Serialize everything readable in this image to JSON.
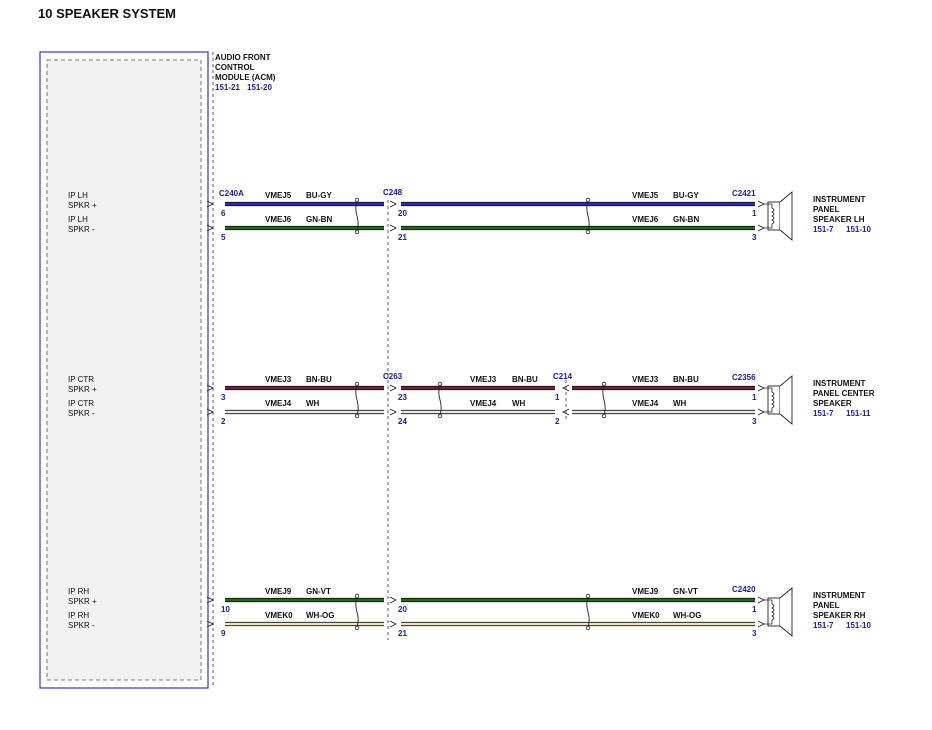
{
  "title": "10 SPEAKER SYSTEM",
  "module": {
    "name_lines": [
      "AUDIO FRONT",
      "CONTROL",
      "MODULE (ACM)"
    ],
    "refs": [
      "151-21",
      "151-20"
    ]
  },
  "colors": {
    "module_border": "#3535c8",
    "connector_label": "#1a1aa6",
    "wire_blue": "#2a2ad0",
    "wire_green": "#1e6b1e",
    "wire_maroon": "#7a1c3c",
    "wire_white": "#e8e8e8",
    "wire_white_orange": "#f0e2b8"
  },
  "circuits": [
    {
      "id": "lh",
      "pins_left": [
        {
          "label_lines": [
            "IP LH",
            "SPKR +"
          ],
          "pin": "6"
        },
        {
          "label_lines": [
            "IP LH",
            "SPKR -"
          ],
          "pin": "5"
        }
      ],
      "start_connector": "C240A",
      "mid_connectors": [
        {
          "name": "C248",
          "pins": [
            "20",
            "21"
          ]
        }
      ],
      "end_connector": "C2421",
      "end_pins": [
        "1",
        "3"
      ],
      "wires_left": [
        {
          "circuit": "VMEJ5",
          "color_code": "BU-GY",
          "color_key": "wire_blue"
        },
        {
          "circuit": "VMEJ6",
          "color_code": "GN-BN",
          "color_key": "wire_green"
        }
      ],
      "wires_right": [
        {
          "circuit": "VMEJ5",
          "color_code": "BU-GY"
        },
        {
          "circuit": "VMEJ6",
          "color_code": "GN-BN"
        }
      ],
      "speaker": {
        "name_lines": [
          "INSTRUMENT",
          "PANEL",
          "SPEAKER LH"
        ],
        "refs": [
          "151-7",
          "151-10"
        ]
      }
    },
    {
      "id": "ctr",
      "pins_left": [
        {
          "label_lines": [
            "IP CTR",
            "SPKR +"
          ],
          "pin": "3"
        },
        {
          "label_lines": [
            "IP CTR",
            "SPKR -"
          ],
          "pin": "2"
        }
      ],
      "start_connector": "",
      "mid_connectors": [
        {
          "name": "C263",
          "pins": [
            "23",
            "24"
          ]
        },
        {
          "name": "C214",
          "pins": [
            "1",
            "2"
          ]
        }
      ],
      "end_connector": "C2356",
      "end_pins": [
        "1",
        "3"
      ],
      "wires_left": [
        {
          "circuit": "VMEJ3",
          "color_code": "BN-BU",
          "color_key": "wire_maroon"
        },
        {
          "circuit": "VMEJ4",
          "color_code": "WH",
          "color_key": "wire_white"
        }
      ],
      "wires_mid": [
        {
          "circuit": "VMEJ3",
          "color_code": "BN-BU"
        },
        {
          "circuit": "VMEJ4",
          "color_code": "WH"
        }
      ],
      "wires_right": [
        {
          "circuit": "VMEJ3",
          "color_code": "BN-BU"
        },
        {
          "circuit": "VMEJ4",
          "color_code": "WH"
        }
      ],
      "speaker": {
        "name_lines": [
          "INSTRUMENT",
          "PANEL CENTER",
          "SPEAKER"
        ],
        "refs": [
          "151-7",
          "151-11"
        ]
      }
    },
    {
      "id": "rh",
      "pins_left": [
        {
          "label_lines": [
            "IP RH",
            "SPKR +"
          ],
          "pin": "10"
        },
        {
          "label_lines": [
            "IP RH",
            "SPKR -"
          ],
          "pin": "9"
        }
      ],
      "start_connector": "",
      "mid_connectors": [
        {
          "name": "",
          "pins": [
            "20",
            "21"
          ]
        }
      ],
      "end_connector": "C2420",
      "end_pins": [
        "1",
        "3"
      ],
      "wires_left": [
        {
          "circuit": "VMEJ9",
          "color_code": "GN-VT",
          "color_key": "wire_green"
        },
        {
          "circuit": "VMEK0",
          "color_code": "WH-OG",
          "color_key": "wire_white_orange"
        }
      ],
      "wires_right": [
        {
          "circuit": "VMEJ9",
          "color_code": "GN-VT"
        },
        {
          "circuit": "VMEK0",
          "color_code": "WH-OG"
        }
      ],
      "speaker": {
        "name_lines": [
          "INSTRUMENT",
          "PANEL",
          "SPEAKER RH"
        ],
        "refs": [
          "151-7",
          "151-10"
        ]
      }
    }
  ]
}
